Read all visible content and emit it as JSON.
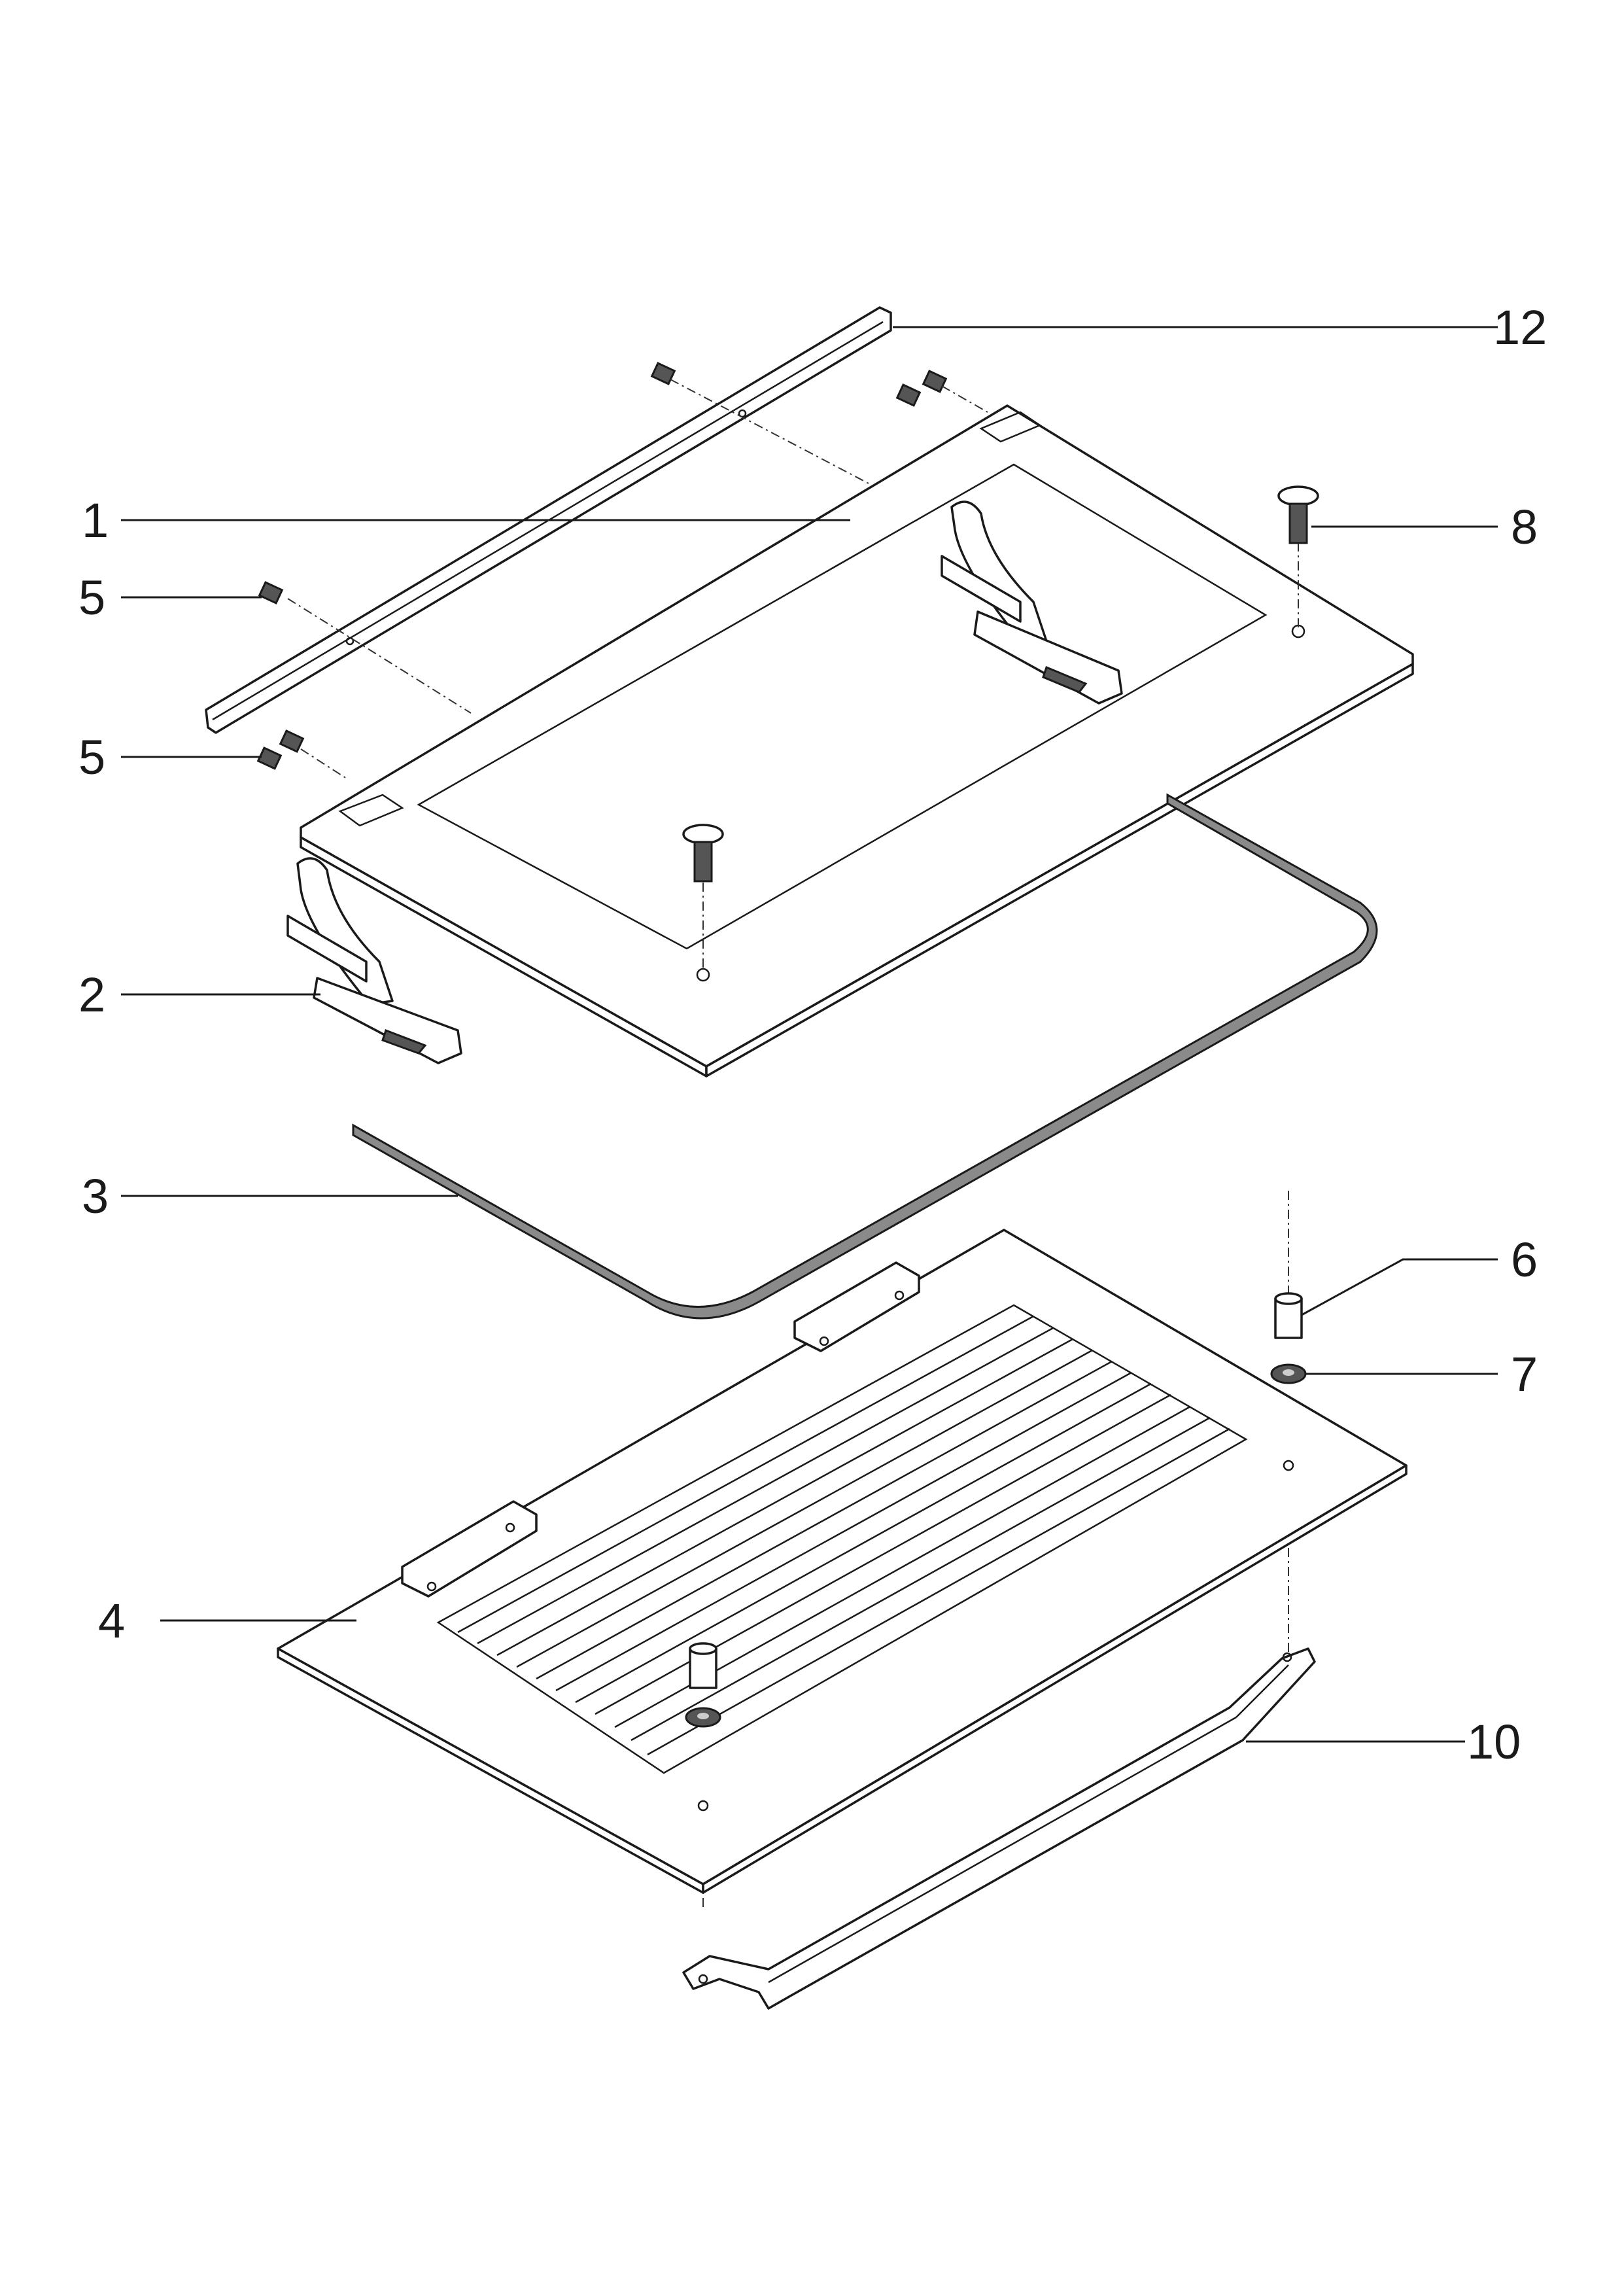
{
  "labels": {
    "p1": "1",
    "p2": "2",
    "p3": "3",
    "p4": "4",
    "p5a": "5",
    "p5b": "5",
    "p6": "6",
    "p7": "7",
    "p8": "8",
    "p10": "10",
    "p12": "12"
  }
}
